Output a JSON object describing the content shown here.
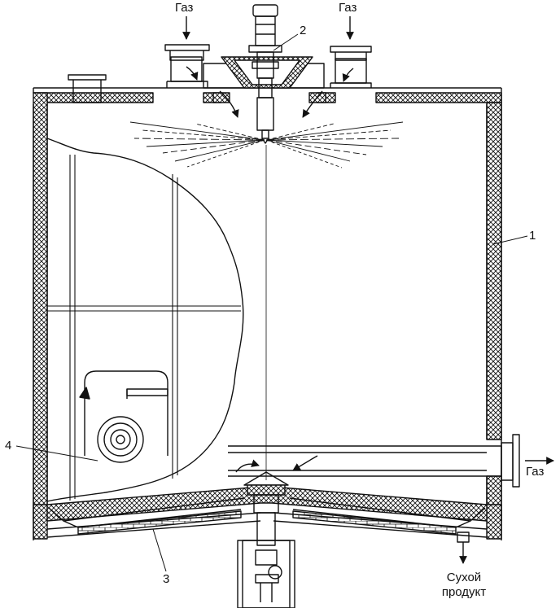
{
  "labels": {
    "gas_in_left": "Газ",
    "gas_in_right": "Газ",
    "gas_out": "Газ",
    "dry_product_line1": "Сухой",
    "dry_product_line2": "продукт",
    "callout_1": "1",
    "callout_2": "2",
    "callout_3": "3",
    "callout_4": "4"
  },
  "colors": {
    "ink": "#111111",
    "background": "#ffffff"
  }
}
